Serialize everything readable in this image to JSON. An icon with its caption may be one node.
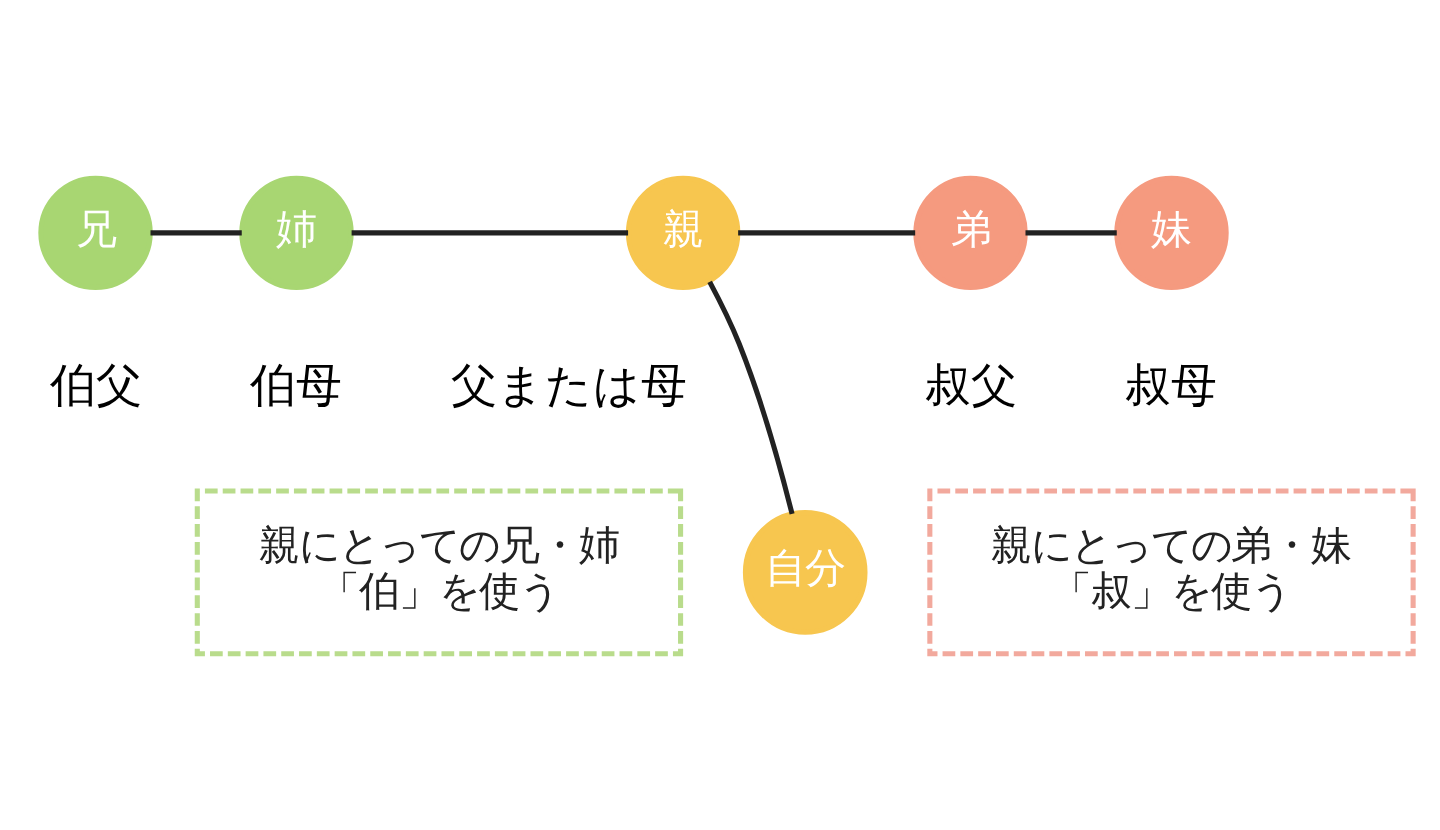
{
  "diagram": {
    "nodes": [
      {
        "text": [
          "兄"
        ],
        "beside": [
          "伯父"
        ]
      },
      {
        "text": [
          "姉"
        ],
        "beside": [
          "伯母"
        ]
      },
      {
        "text": [
          "親"
        ],
        "beside": [
          "父または母"
        ]
      },
      {
        "text": [
          "弟"
        ],
        "beside": [
          "叔父"
        ]
      },
      {
        "text": [
          "妹"
        ],
        "beside": [
          "叔母"
        ]
      },
      {
        "text": [
          "親にとっての兄・姉",
          "「伯」を使う"
        ]
      },
      {
        "text": [
          "自分"
        ]
      },
      {
        "text": [
          "親にとっての弟・妹",
          "「叔」を使う"
        ]
      }
    ],
    "edges": [
      {
        "from": 0,
        "to": 1,
        "arrow": "none"
      },
      {
        "from": 1,
        "to": 2,
        "arrow": "none"
      },
      {
        "from": 2,
        "to": 3,
        "arrow": "none"
      },
      {
        "from": 3,
        "to": 4,
        "arrow": "none"
      },
      {
        "from": 2,
        "to": 6,
        "arrow": "none"
      }
    ]
  }
}
